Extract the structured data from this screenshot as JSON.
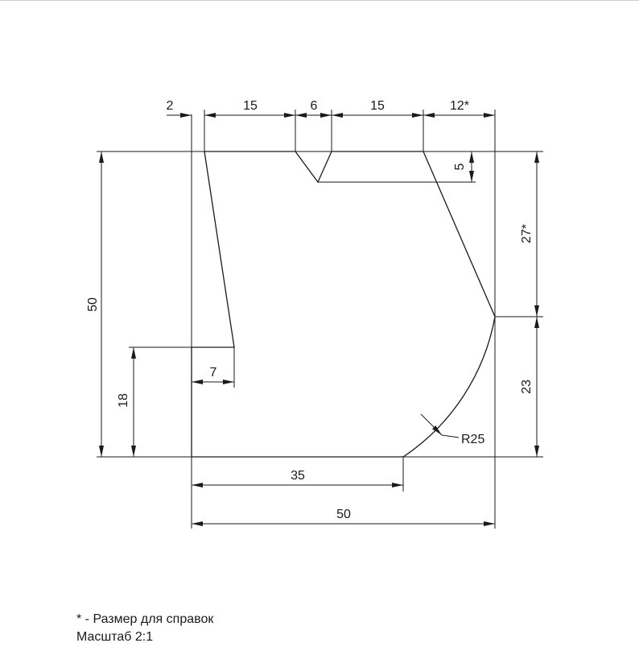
{
  "dimensions": {
    "top_2": "2",
    "top_15_left": "15",
    "top_6": "6",
    "top_15_right": "15",
    "top_12_ref": "12*",
    "notch_depth_5": "5",
    "right_27_ref": "27*",
    "right_23": "23",
    "left_50": "50",
    "left_18": "18",
    "step_7": "7",
    "radius": "R25",
    "bottom_35": "35",
    "bottom_50": "50"
  },
  "notes": {
    "reference_note": "* - Размер для справок",
    "scale_note": "Масштаб 2:1"
  }
}
